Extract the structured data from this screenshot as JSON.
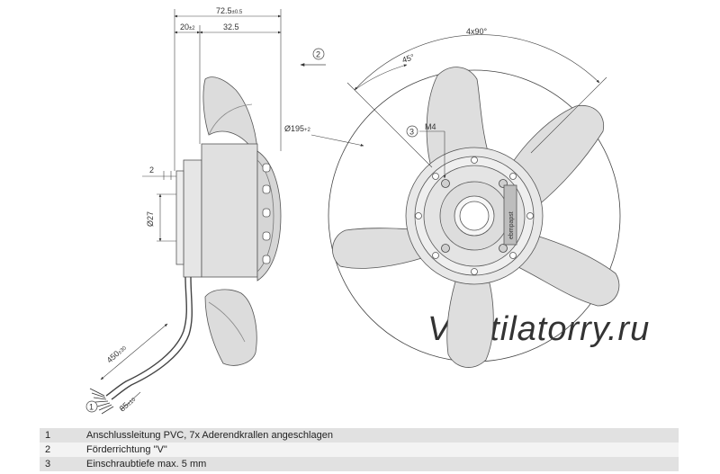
{
  "watermark": "Ventilatorry.ru",
  "dims": {
    "total_length": "72.5",
    "total_length_tol": "±0.5",
    "left_width": "20",
    "left_width_tol": "±2",
    "right_width": "32.5",
    "angle_total": "4x90°",
    "angle_half": "45°",
    "diameter": "Ø195",
    "diameter_tol": "+2",
    "thread": "M4",
    "flange_offset": "2",
    "shaft_diameter": "Ø27",
    "cable_length": "450",
    "cable_length_tol": "±30",
    "strip_length": "85",
    "strip_length_tol": "±10"
  },
  "callouts": {
    "one": "1",
    "two": "2",
    "three": "3"
  },
  "hub_label": "ebmpapst",
  "legend": [
    {
      "num": "1",
      "text": "Anschlussleitung PVC, 7x Aderendkrallen angeschlagen"
    },
    {
      "num": "2",
      "text": "Förderrichtung \"V\""
    },
    {
      "num": "3",
      "text": "Einschraubtiefe max. 5 mm"
    }
  ]
}
